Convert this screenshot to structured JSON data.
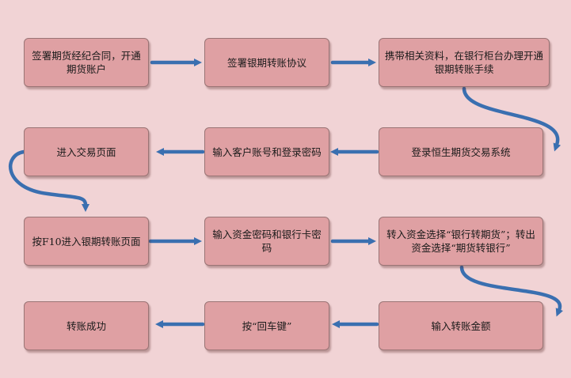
{
  "steps": [
    {
      "id": "n1",
      "text": "签署期货经纪合同，开通期货账户"
    },
    {
      "id": "n2",
      "text": "签署银期转账协议"
    },
    {
      "id": "n3",
      "text": "携带相关资料，在银行柜台办理开通银期转账手续"
    },
    {
      "id": "n4",
      "text": "登录恒生期货交易系统"
    },
    {
      "id": "n5",
      "text": "输入客户账号和登录密码"
    },
    {
      "id": "n6",
      "text": "进入交易页面"
    },
    {
      "id": "n7",
      "text": "按F10进入银期转账页面"
    },
    {
      "id": "n8",
      "text": "输入资金密码和银行卡密码"
    },
    {
      "id": "n9",
      "text": "转入资金选择“银行转期货”；转出资金选择“期货转银行”"
    },
    {
      "id": "n10",
      "text": "输入转账金额"
    },
    {
      "id": "n11",
      "text": "按“回车键”"
    },
    {
      "id": "n12",
      "text": "转账成功"
    }
  ],
  "colors": {
    "background": "#f1d3d5",
    "node_fill": "#dfa0a3",
    "node_border": "#9a7475",
    "arrow": "#3a6fb0"
  }
}
